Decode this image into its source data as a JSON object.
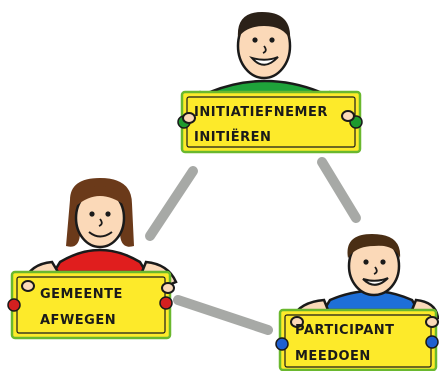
{
  "roles": {
    "initiator": {
      "title": "INITIATIEFNEMER",
      "action": "INITIËREN",
      "shirt_color": "#1ea33a",
      "pin_color": "#1e9a2e"
    },
    "municipality": {
      "title": "GEMEENTE",
      "action": "AFWEGEN",
      "shirt_color": "#e01e1e",
      "pin_color": "#d42020"
    },
    "participant": {
      "title": "PARTICIPANT",
      "action": "MEEDOEN",
      "shirt_color": "#1e6fd8",
      "pin_color": "#1e5fd0"
    }
  },
  "colors": {
    "sign_fill": "#fdea2a",
    "sign_border": "#6ab82e",
    "connector": "#a7a9a6",
    "skin": "#fbd9b8",
    "outline": "#1a1a1a",
    "hair_initiator": "#2b2118",
    "hair_municipality": "#6b3a1a",
    "hair_participant": "#4a2e14"
  }
}
